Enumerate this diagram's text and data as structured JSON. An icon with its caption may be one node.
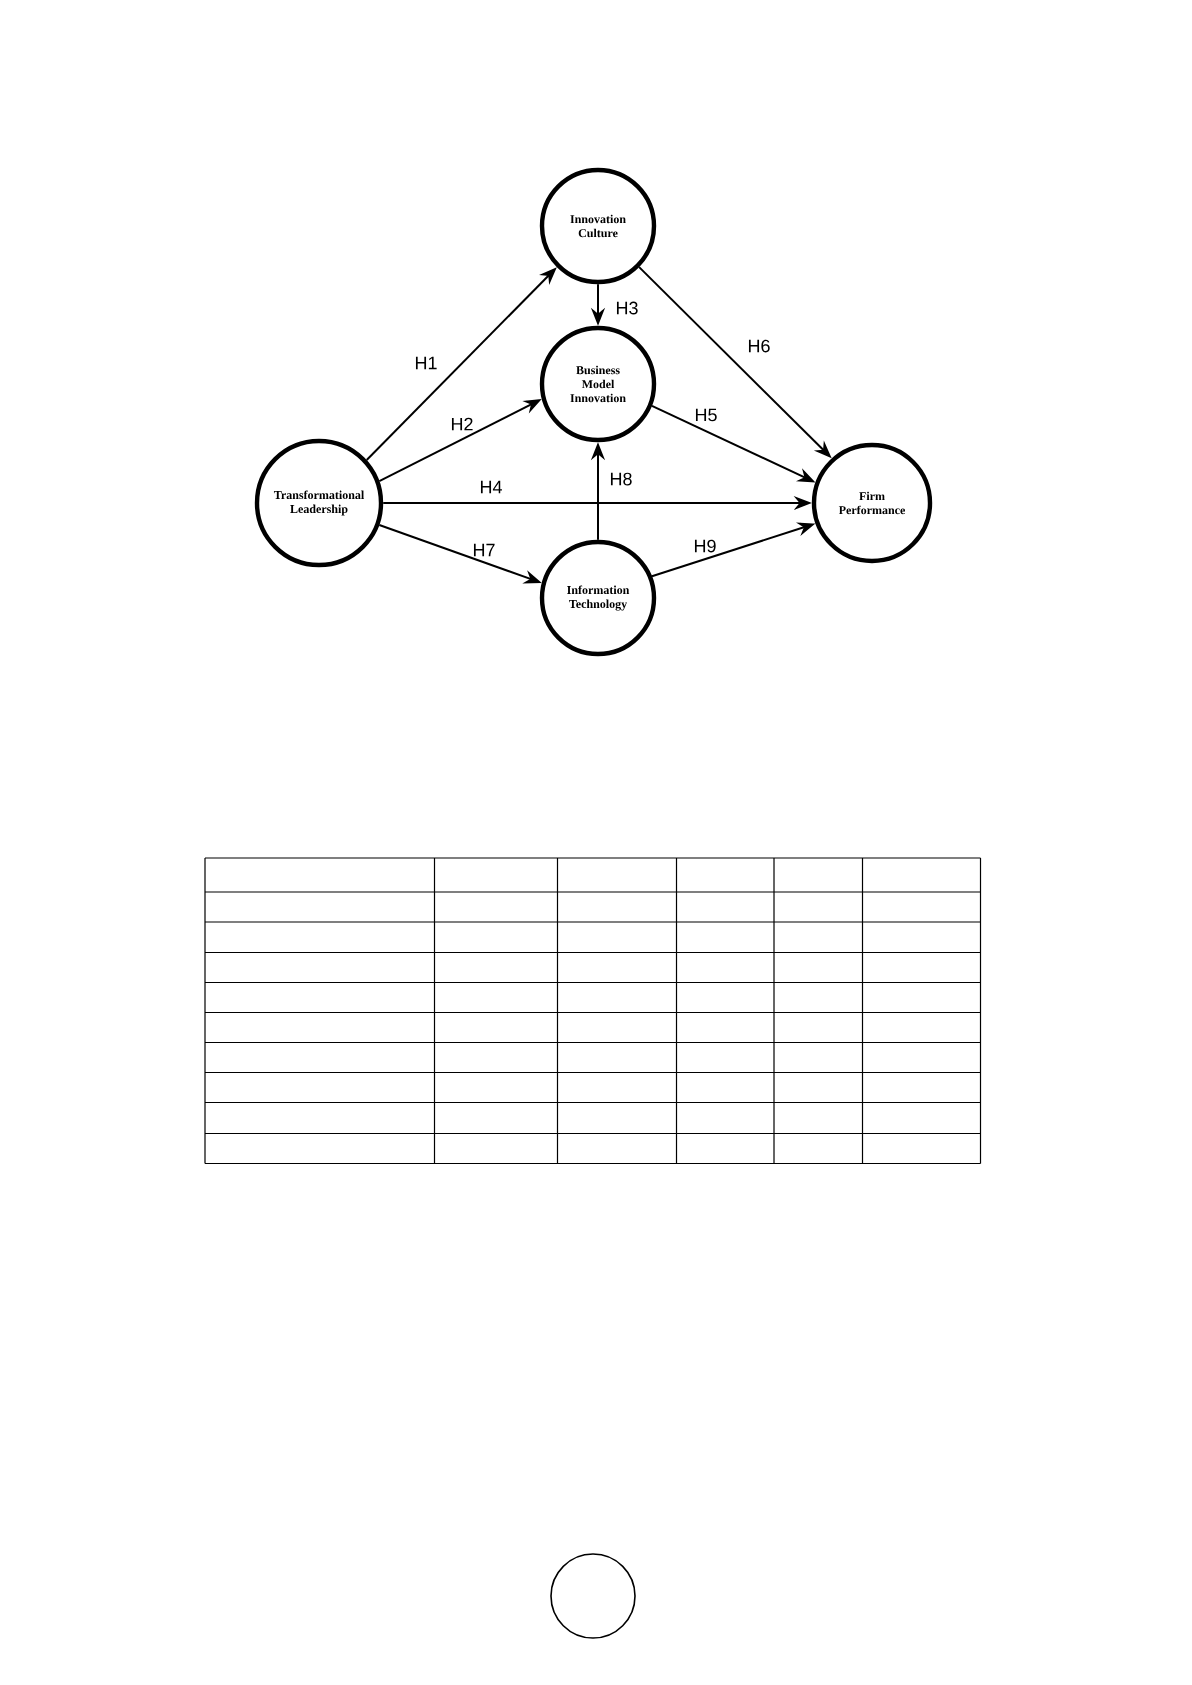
{
  "diagram": {
    "nodes": [
      {
        "text": [
          "Innovation Culture"
        ]
      },
      {
        "text": [
          "Business Model Innovation"
        ]
      },
      {
        "text": [
          "Transformational Leadership"
        ]
      },
      {
        "text": [
          "Firm Performance"
        ]
      },
      {
        "text": [
          "Information Technology"
        ]
      }
    ],
    "edges": [
      {
        "from": 2,
        "to": 0,
        "arrow": "to",
        "label": "H1"
      },
      {
        "from": 2,
        "to": 1,
        "arrow": "to",
        "label": "H2"
      },
      {
        "from": 0,
        "to": 1,
        "arrow": "to",
        "label": "H3"
      },
      {
        "from": 2,
        "to": 3,
        "arrow": "to",
        "label": "H4"
      },
      {
        "from": 1,
        "to": 3,
        "arrow": "to",
        "label": "H5"
      },
      {
        "from": 0,
        "to": 3,
        "arrow": "to",
        "label": "H6"
      },
      {
        "from": 2,
        "to": 4,
        "arrow": "to",
        "label": "H7"
      },
      {
        "from": 4,
        "to": 1,
        "arrow": "to",
        "label": "H8"
      },
      {
        "from": 4,
        "to": 3,
        "arrow": "to",
        "label": "H9"
      }
    ]
  }
}
